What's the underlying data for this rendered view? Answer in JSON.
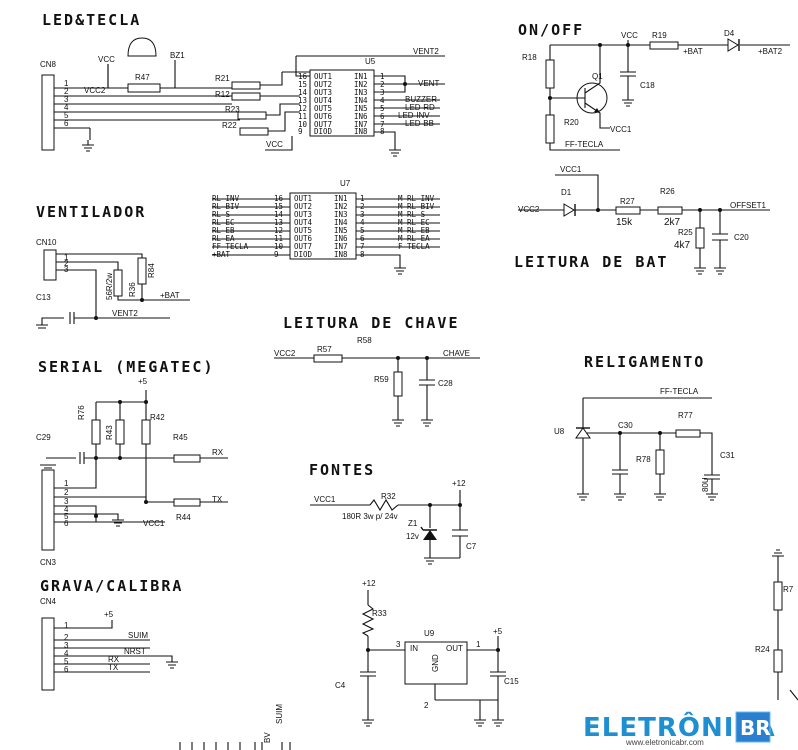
{
  "sections": {
    "led_tecla": "LED&TECLA",
    "on_off": "ON/OFF",
    "ventilador": "VENTILADOR",
    "leitura_bat": "LEITURA DE BAT",
    "leitura_chave": "LEITURA DE CHAVE",
    "serial": "SERIAL (MEGATEC)",
    "religamento": "RELIGAMENTO",
    "fontes": "FONTES",
    "grava": "GRAVA/CALIBRA"
  },
  "led": {
    "cn8": "CN8",
    "vcc": "VCC",
    "vcc2": "VCC2",
    "bz1": "BZ1",
    "r47": "R47",
    "r21": "R21",
    "r12": "R12",
    "r23": "R23",
    "r22": "R22",
    "u5": "U5",
    "vent2": "VENT2",
    "vent": "VENT",
    "buzzer": "BUZZER",
    "led_rd": "LED-RD",
    "led_inv": "LED-INV",
    "led_bb": "LED-BB",
    "vcc_bottom": "VCC",
    "pins_left": [
      "1",
      "2",
      "3",
      "4",
      "5",
      "6"
    ]
  },
  "u5": {
    "out": [
      "OUT1",
      "OUT2",
      "OUT3",
      "OUT4",
      "OUT5",
      "OUT6",
      "OUT7",
      "DIOD"
    ],
    "in": [
      "IN1",
      "IN2",
      "IN3",
      "IN4",
      "IN5",
      "IN6",
      "IN7",
      "IN8"
    ],
    "lnums": [
      "16",
      "15",
      "14",
      "13",
      "12",
      "11",
      "10",
      "9"
    ],
    "rnums": [
      "1",
      "2",
      "3",
      "4",
      "5",
      "6",
      "7",
      "8"
    ]
  },
  "u7": {
    "name": "U7",
    "left_labels": [
      "RL-INV",
      "RL-BIV",
      "RL-S",
      "RL-EC",
      "RL-EB",
      "RL-EA",
      "FF-TECLA",
      "+BAT"
    ],
    "lnums": [
      "16",
      "15",
      "14",
      "13",
      "12",
      "11",
      "10",
      "9"
    ],
    "out": [
      "OUT1",
      "OUT2",
      "OUT3",
      "OUT4",
      "OUT5",
      "OUT6",
      "OUT7",
      "DIOD"
    ],
    "in": [
      "IN1",
      "IN2",
      "IN3",
      "IN4",
      "IN5",
      "IN6",
      "IN7",
      "IN8"
    ],
    "rnums": [
      "1",
      "2",
      "3",
      "4",
      "5",
      "6",
      "7",
      "8"
    ],
    "right_labels": [
      "M-RL-INV",
      "M-RL-BIV",
      "M-RL-S",
      "M-RL-EC",
      "M-RL-EB",
      "M-RL-EA",
      "F-TECLA",
      ""
    ]
  },
  "onoff": {
    "vcc": "VCC",
    "r18": "R18",
    "r19": "R19",
    "bat": "+BAT",
    "d4": "D4",
    "bat2": "+BAT2",
    "q1": "Q1",
    "c18": "C18",
    "r20": "R20",
    "vcc1": "VCC1",
    "ff": "FF-TECLA"
  },
  "bat": {
    "vcc1": "VCC1",
    "vcc2": "VCC2",
    "d1": "D1",
    "r27": "R27",
    "r27v": "15k",
    "r26": "R26",
    "r26v": "2k7",
    "offset": "OFFSET1",
    "r25": "R25",
    "r25v": "4k7",
    "c20": "C20"
  },
  "vent": {
    "cn10": "CN10",
    "pins": [
      "1",
      "2",
      "3"
    ],
    "r84": "R84",
    "r36": "R36",
    "r36v": "56R/2w",
    "bat": "+BAT",
    "c13": "C13",
    "vent2": "VENT2"
  },
  "chave": {
    "vcc2": "VCC2",
    "r57": "R57",
    "r58": "R58",
    "chave": "CHAVE",
    "r59": "R59",
    "c28": "C28"
  },
  "serial": {
    "p5": "+5",
    "r76": "R76",
    "r43": "R43",
    "r42": "R42",
    "c29": "C29",
    "r45": "R45",
    "rx": "RX",
    "tx": "TX",
    "r44": "R44",
    "vcc1": "VCC1",
    "cn3": "CN3",
    "pins": [
      "1",
      "2",
      "3",
      "4",
      "5",
      "6"
    ]
  },
  "relig": {
    "ff": "FF-TECLA",
    "u8": "U8",
    "c30": "C30",
    "r77": "R77",
    "r78": "R78",
    "c31": "C31",
    "c31v": "80U"
  },
  "fontes": {
    "p12": "+12",
    "vcc1": "VCC1",
    "r32": "R32",
    "r32v": "180R 3w p/ 24v",
    "z1": "Z1",
    "z1v": "12v",
    "c7": "C7"
  },
  "grava": {
    "cn4": "CN4",
    "pins": [
      "1",
      "2",
      "3",
      "4",
      "5",
      "6"
    ],
    "p5": "+5",
    "suim": "SUIM",
    "nrst": "NRST",
    "rx": "RX",
    "tx": "TX"
  },
  "reg": {
    "p12": "+12",
    "r33": "R33",
    "u9": "U9",
    "in": "IN",
    "out": "OUT",
    "gnd": "GND",
    "n3": "3",
    "n1": "1",
    "n2": "2",
    "p5": "+5",
    "c4": "C4",
    "c15": "C15"
  },
  "edge": {
    "r7": "R7",
    "r24": "R24",
    "suim": "SUIM",
    "bv": "BV"
  },
  "logo": {
    "text": "ELETRÔNICA",
    "br": "BR",
    "url": "www.eletronicabr.com"
  }
}
